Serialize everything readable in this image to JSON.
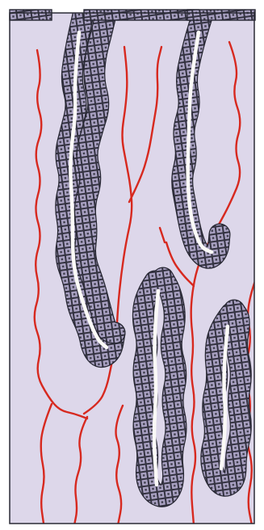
{
  "colors": {
    "background": "#ffffff",
    "lamina_propria": "#ddd7ea",
    "tissue_outline": "#2a2a35",
    "epithelial_cell": "#a9a1c2",
    "cell_border": "#262632",
    "nucleus": "#3a3a48",
    "gland_lumen": "#fbfaf7",
    "capillary": "#d7291f"
  },
  "elements": {
    "surface_epithelium": "surface-epithelium",
    "gland_tubule": "gland-tubule",
    "capillary": "capillary-vessel"
  }
}
